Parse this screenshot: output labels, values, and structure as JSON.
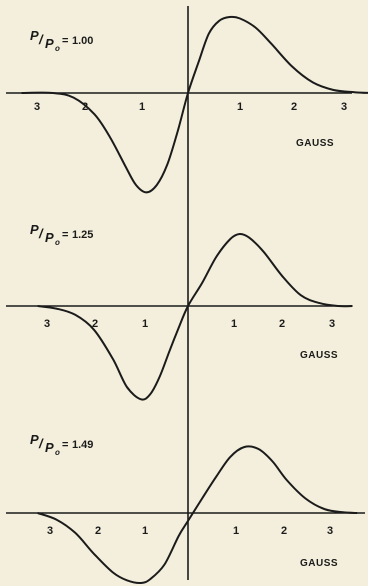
{
  "chart_data": [
    {
      "type": "line",
      "ratio": "1.00",
      "xlabel": "GAUSS",
      "tick_labels_left": [
        "3",
        "2",
        "1"
      ],
      "tick_labels_right": [
        "1",
        "2",
        "3"
      ],
      "xlim": [
        -3.6,
        3.6
      ],
      "ylim": [
        -1.2,
        1.15
      ],
      "series": [
        {
          "x": [
            -3.2,
            -2.6,
            -2.2,
            -1.8,
            -1.5,
            -1.2,
            -1.0,
            -0.8,
            -0.6,
            -0.4,
            -0.2,
            0.0,
            0.2,
            0.4,
            0.6,
            0.8,
            1.0,
            1.3,
            1.6,
            2.0,
            2.4,
            2.8,
            3.2,
            3.5
          ],
          "y": [
            0.0,
            0.0,
            -0.05,
            -0.23,
            -0.48,
            -0.8,
            -1.0,
            -1.08,
            -1.0,
            -0.78,
            -0.42,
            0.0,
            0.4,
            0.78,
            0.95,
            1.0,
            0.98,
            0.86,
            0.65,
            0.35,
            0.14,
            0.04,
            0.01,
            0.0
          ]
        }
      ]
    },
    {
      "type": "line",
      "ratio": "1.25",
      "xlabel": "GAUSS",
      "tick_labels_left": [
        "3",
        "2",
        "1"
      ],
      "tick_labels_right": [
        "1",
        "2",
        "3"
      ],
      "xlim": [
        -3.6,
        3.6
      ],
      "ylim": [
        -1.2,
        1.15
      ],
      "series": [
        {
          "x": [
            -3.2,
            -2.8,
            -2.4,
            -2.0,
            -1.6,
            -1.3,
            -1.0,
            -0.8,
            -0.6,
            -0.4,
            -0.2,
            0.0,
            0.3,
            0.6,
            0.9,
            1.1,
            1.3,
            1.6,
            2.0,
            2.4,
            2.8,
            3.2,
            3.5
          ],
          "y": [
            0.0,
            -0.03,
            -0.1,
            -0.27,
            -0.6,
            -0.92,
            -1.06,
            -1.0,
            -0.8,
            -0.52,
            -0.25,
            0.0,
            0.32,
            0.68,
            0.93,
            1.0,
            0.95,
            0.76,
            0.42,
            0.15,
            0.04,
            0.0,
            0.0
          ]
        }
      ]
    },
    {
      "type": "line",
      "ratio": "1.49",
      "xlabel": "GAUSS",
      "tick_labels_left": [
        "3",
        "2",
        "1"
      ],
      "tick_labels_right": [
        "1",
        "2",
        "3"
      ],
      "xlim": [
        -3.6,
        3.6
      ],
      "ylim": [
        -1.2,
        1.15
      ],
      "series": [
        {
          "x": [
            -3.2,
            -2.8,
            -2.4,
            -2.0,
            -1.6,
            -1.3,
            -1.0,
            -0.8,
            -0.5,
            -0.2,
            0.0,
            0.3,
            0.6,
            0.9,
            1.2,
            1.5,
            1.8,
            2.1,
            2.5,
            2.9,
            3.3,
            3.6
          ],
          "y": [
            0.0,
            -0.1,
            -0.3,
            -0.62,
            -0.9,
            -1.02,
            -1.06,
            -1.0,
            -0.78,
            -0.35,
            -0.12,
            0.22,
            0.55,
            0.85,
            1.0,
            0.97,
            0.78,
            0.5,
            0.22,
            0.06,
            0.01,
            0.0
          ]
        }
      ]
    }
  ]
}
